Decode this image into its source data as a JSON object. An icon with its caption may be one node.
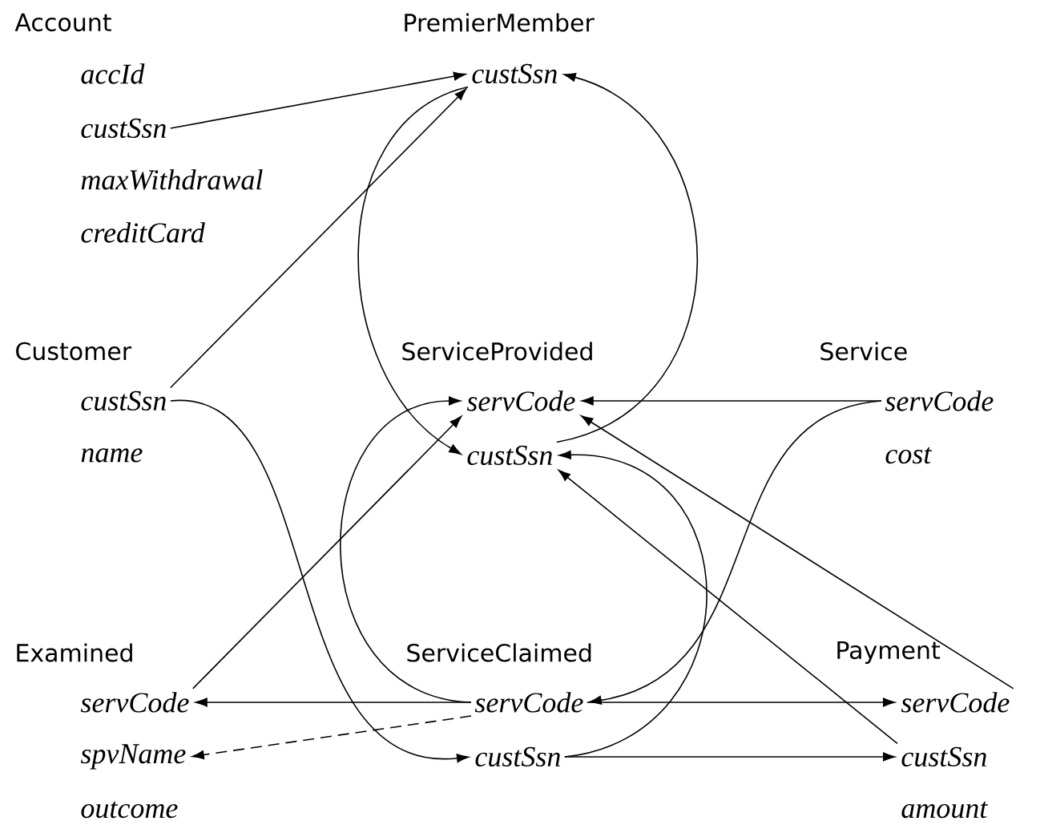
{
  "diagram": {
    "nodes": [
      {
        "text": [
          "accId"
        ]
      },
      {
        "text": [
          "custSsn"
        ]
      },
      {
        "text": [
          "custSsn"
        ]
      },
      {
        "text": [
          "maxWithdrawal"
        ]
      },
      {
        "text": [
          "creditCard"
        ]
      },
      {
        "text": [
          "custSsn"
        ]
      },
      {
        "text": [
          "servCode"
        ]
      },
      {
        "text": [
          "servCode"
        ]
      },
      {
        "text": [
          "name"
        ]
      },
      {
        "text": [
          "custSsn"
        ]
      },
      {
        "text": [
          "cost"
        ]
      },
      {
        "text": [
          "servCode"
        ]
      },
      {
        "text": [
          "servCode"
        ]
      },
      {
        "text": [
          "servCode"
        ]
      },
      {
        "text": [
          "spvName"
        ]
      },
      {
        "text": [
          "custSsn"
        ]
      },
      {
        "text": [
          "custSsn"
        ]
      },
      {
        "text": [
          "outcome"
        ]
      },
      {
        "text": [
          "amount"
        ]
      }
    ],
    "edges": [
      {
        "from": 2,
        "to": 1,
        "arrow": "to"
      },
      {
        "from": 5,
        "to": 1,
        "arrow": "to"
      },
      {
        "from": 1,
        "to": 9,
        "arrow": "to"
      },
      {
        "from": 9,
        "to": 1,
        "arrow": "to"
      },
      {
        "from": 7,
        "to": 6,
        "arrow": "to"
      },
      {
        "from": 7,
        "to": 12,
        "arrow": "to"
      },
      {
        "from": 5,
        "to": 15,
        "arrow": "to"
      },
      {
        "from": 12,
        "to": 6,
        "arrow": "to"
      },
      {
        "from": 11,
        "to": 6,
        "arrow": "to"
      },
      {
        "from": 12,
        "to": 11,
        "arrow": "to"
      },
      {
        "from": 12,
        "to": 14,
        "arrow": "to",
        "style": "dashed"
      },
      {
        "from": 12,
        "to": 13,
        "arrow": "to"
      },
      {
        "from": 15,
        "to": 16,
        "arrow": "to"
      },
      {
        "from": 15,
        "to": 9,
        "arrow": "to"
      },
      {
        "from": 16,
        "to": 9,
        "arrow": "to"
      },
      {
        "from": 13,
        "to": 6,
        "arrow": "to"
      }
    ],
    "labels": [
      "Account",
      "PremierMember",
      "Customer",
      "ServiceProvided",
      "Service",
      "Examined",
      "ServiceClaimed",
      "Payment"
    ]
  }
}
